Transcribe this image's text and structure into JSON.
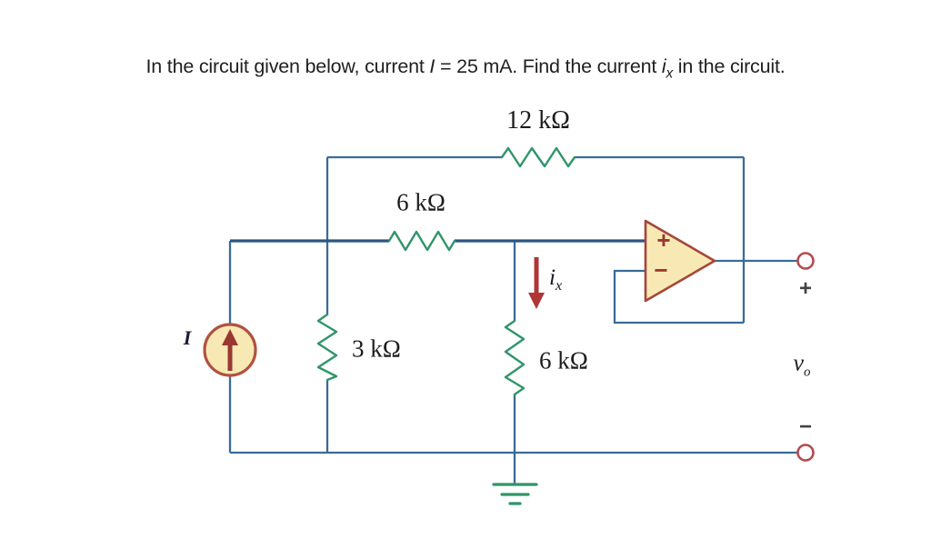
{
  "title": {
    "part1": "In the circuit given below, current ",
    "var1": "I",
    "part2": " = 25 mA. Find the current ",
    "var2_base": "i",
    "var2_sub": "x",
    "part3": " in the circuit."
  },
  "circuit": {
    "resistors": [
      {
        "id": "r-12k-feedback",
        "label": "12 kΩ"
      },
      {
        "id": "r-6k-series",
        "label": "6 kΩ"
      },
      {
        "id": "r-3k-shunt",
        "label": "3 kΩ"
      },
      {
        "id": "r-6k-shunt",
        "label": "6 kΩ"
      }
    ],
    "current_source": {
      "label": "I"
    },
    "branch_current": {
      "base": "i",
      "sub": "x"
    },
    "opamp": {
      "plus": "+",
      "minus": "−"
    },
    "output": {
      "plus": "+",
      "minus": "−",
      "v_base": "v",
      "v_sub": "o"
    },
    "colors": {
      "wire": "#3a6b99",
      "wire_node_thick": "#2b5580",
      "resistor_green": "#2f9569",
      "component_fill": "#f8e9b4",
      "component_stroke": "#a6453a",
      "symbol_red": "#9b3732",
      "arrow_red": "#b03535",
      "terminal_red": "#b34a4f",
      "ground_green": "#2f9569",
      "text": "#1c1c1c"
    }
  }
}
